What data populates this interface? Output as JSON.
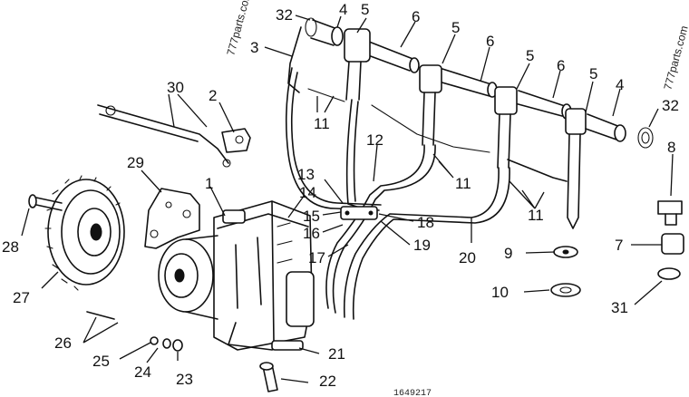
{
  "watermarks": [
    "777parts.com",
    "777parts.com"
  ],
  "figure_code": "1649217",
  "callouts": {
    "c1": "1",
    "c2": "2",
    "c3": "3",
    "c4a": "4",
    "c4b": "4",
    "c5a": "5",
    "c5b": "5",
    "c5c": "5",
    "c5d": "5",
    "c6a": "6",
    "c6b": "6",
    "c6c": "6",
    "c7": "7",
    "c8": "8",
    "c9": "9",
    "c10": "10",
    "c11a": "11",
    "c11b": "11",
    "c11c": "11",
    "c12": "12",
    "c13": "13",
    "c14": "14",
    "c15": "15",
    "c16": "16",
    "c17": "17",
    "c18": "18",
    "c19": "19",
    "c20": "20",
    "c21": "21",
    "c22": "22",
    "c23": "23",
    "c24": "24",
    "c25": "25",
    "c26": "26",
    "c27": "27",
    "c28": "28",
    "c29": "29",
    "c30": "30",
    "c31": "31",
    "c32a": "32",
    "c32b": "32"
  }
}
